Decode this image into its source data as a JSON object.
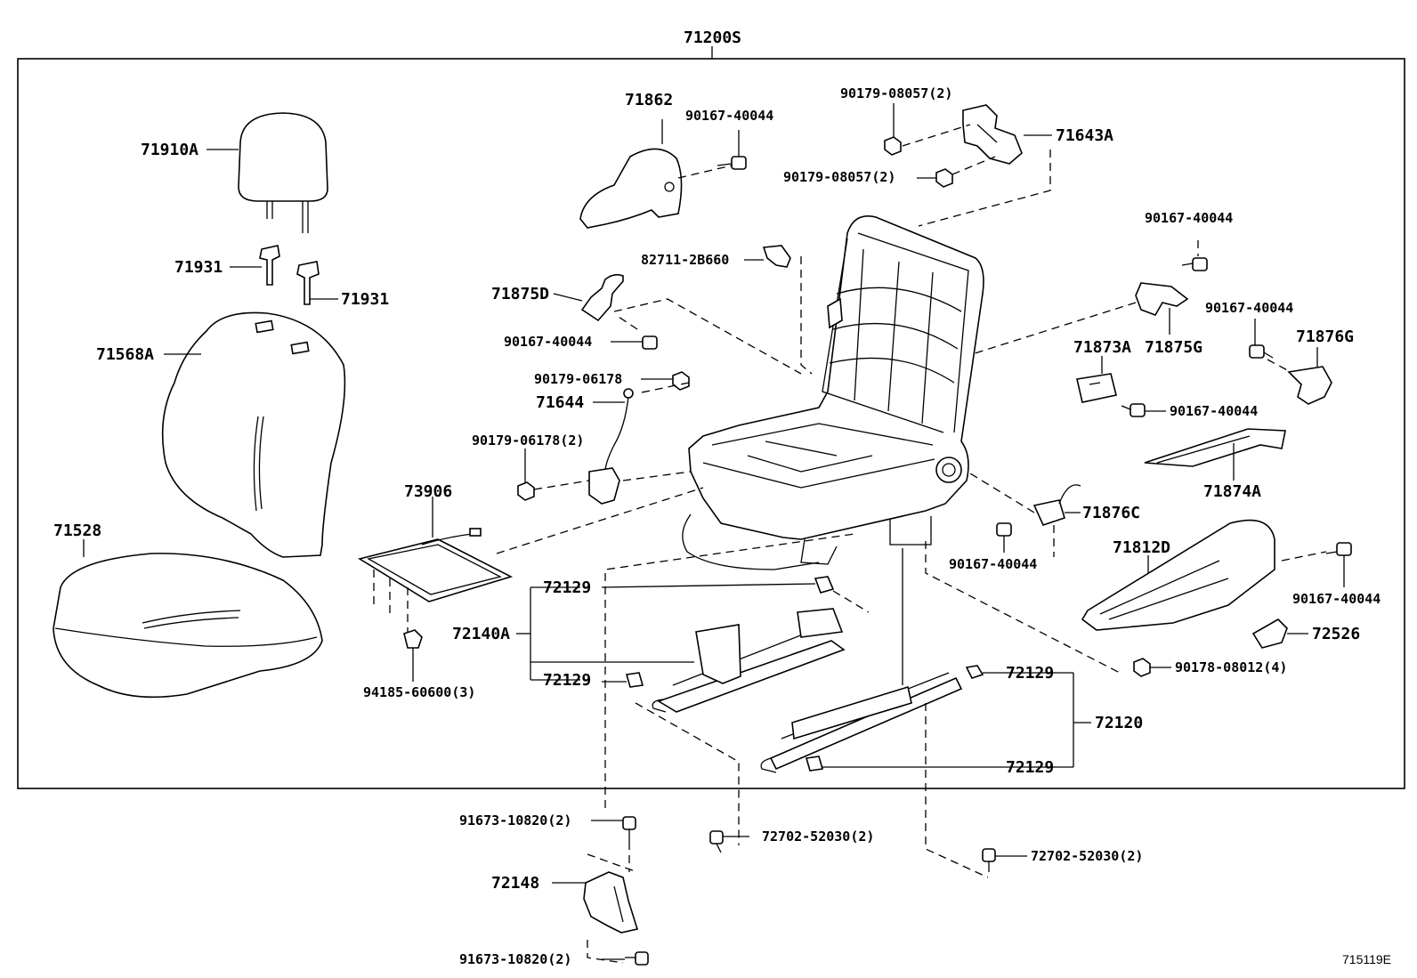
{
  "assembly": "71200S",
  "figure_ref": "715119E",
  "labels": {
    "l71910A": "71910A",
    "l71931a": "71931",
    "l71931b": "71931",
    "l71568A": "71568A",
    "l71528": "71528",
    "l71862": "71862",
    "l90167_a": "90167-40044",
    "l90179_08057_a": "90179-08057(2)",
    "l71643A": "71643A",
    "l90179_08057_b": "90179-08057(2)",
    "l82711": "82711-2B660",
    "l71875D": "71875D",
    "l90167_b": "90167-40044",
    "l90179_06178_a": "90179-06178",
    "l71644": "71644",
    "l90179_06178_b": "90179-06178(2)",
    "l73906": "73906",
    "l94185": "94185-60600(3)",
    "l72129_a": "72129",
    "l72140A": "72140A",
    "l72129_b": "72129",
    "l90167_c": "90167-40044",
    "l71875G": "71875G",
    "l71873A": "71873A",
    "l90167_d": "90167-40044",
    "l71876G": "71876G",
    "l90167_e": "90167-40044",
    "l71874A": "71874A",
    "l71876C": "71876C",
    "l90167_f": "90167-40044",
    "l71812D": "71812D",
    "l90167_g": "90167-40044",
    "l72526": "72526",
    "l90178": "90178-08012(4)",
    "l72129_c": "72129",
    "l72120": "72120",
    "l72129_d": "72129",
    "l91673_a": "91673-10820(2)",
    "l72702_a": "72702-52030(2)",
    "l72148": "72148",
    "l72702_b": "72702-52030(2)",
    "l91673_b": "91673-10820(2)"
  }
}
